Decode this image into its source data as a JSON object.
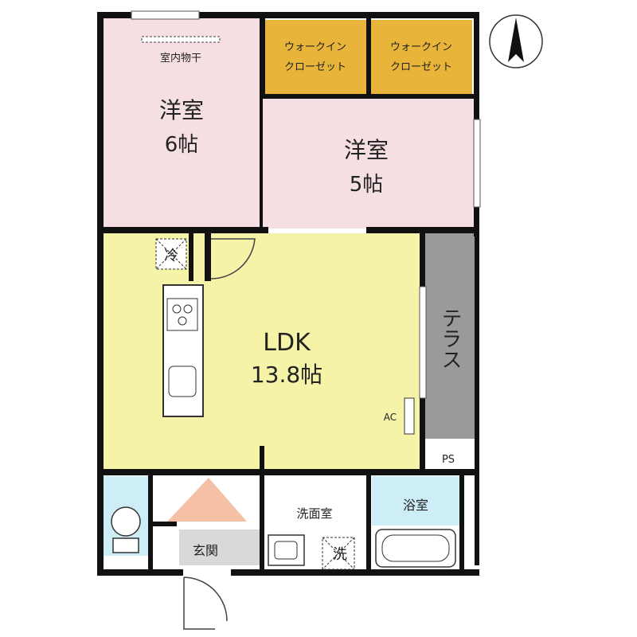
{
  "rooms": {
    "western1": {
      "name": "洋室",
      "size": "6帖"
    },
    "western2": {
      "name": "洋室",
      "size": "5帖"
    },
    "wic1": {
      "line1": "ウォークイン",
      "line2": "クローゼット"
    },
    "wic2": {
      "line1": "ウォークイン",
      "line2": "クローゼット"
    },
    "ldk": {
      "name": "LDK",
      "size": "13.8帖"
    },
    "terrace": {
      "name": "テラス"
    },
    "washroom": {
      "name": "洗面室"
    },
    "bathroom": {
      "name": "浴室"
    },
    "entrance": {
      "name": "玄関"
    },
    "ps": {
      "name": "PS"
    }
  },
  "labels": {
    "indoor_drying": "室内物干",
    "ac": "AC",
    "fridge": "冷",
    "washer": "洗"
  },
  "colors": {
    "western": "#f6dfe3",
    "closet": "#e8b43a",
    "ldk": "#f4f3a8",
    "terrace": "#9a9a9a",
    "wet": "#cdeef7",
    "entrance": "#d9d9d9",
    "hall": "#f5c0a6",
    "wall": "#111111"
  }
}
